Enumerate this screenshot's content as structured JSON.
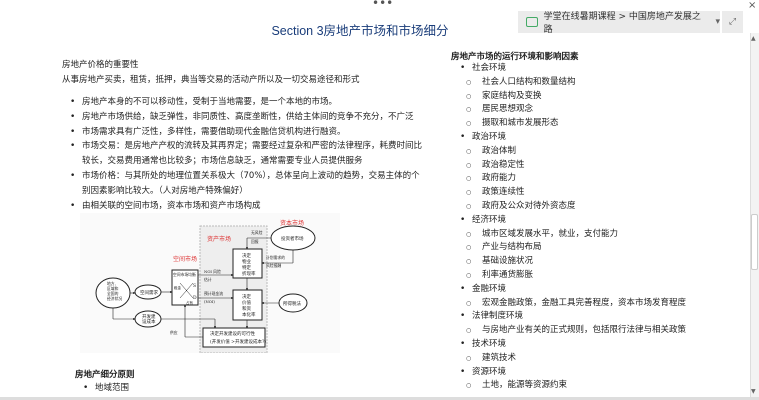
{
  "window": {
    "dots": "•••",
    "close": "×",
    "expand": "⤢"
  },
  "title": "Section 3房地产市场和市场细分",
  "breadcrumb": {
    "text": "学堂在线暑期课程 > 中国房地产发展之路",
    "dropdown": "▾"
  },
  "left": {
    "heading": "房地产价格的重要性",
    "intro": "从事房地产买卖，租赁，抵押，典当等交易的活动产所以及一切交易途径和形式",
    "bullets": [
      [
        "房地产本身的不可以移动性，受制于当地需要，是一个本地的市场。"
      ],
      [
        "房地产市场供给，缺乏弹性，非同质性、高度垄断性，供给主体间的竞争不充分，不广泛"
      ],
      [
        "市场需求具有广泛性，多样性，需要借助现代金融信贷机构进行融资。"
      ],
      [
        "市场交易：是房地产产权的流转及其再界定；需要经过复杂和严密的法律程序，耗费时间比",
        "较长，交易费用通常也比较多；市场信息缺乏，通常需要专业人员提供服务"
      ],
      [
        "市场价格：与其所处的地理位置关系极大（70%），总体呈向上波动的趋势，交易主体的个",
        "别因素影响比较大。（人对房地产特殊偏好）"
      ],
      [
        "由相关联的空间市场，资本市场和资产市场构成"
      ]
    ],
    "heading2": "房地产细分原则",
    "bullets2": [
      "地域范围"
    ]
  },
  "diagram": {
    "capital_market": "资本市场",
    "asset_market": "资产市场",
    "space_market": "空间市场",
    "investor_market": "投资者市场",
    "econ": [
      "地方、",
      "区域和",
      "全国的",
      "经济状况"
    ],
    "space_demand": "空间需求",
    "dev_cost": [
      "开发建",
      "设成本"
    ],
    "tax": "所得税法",
    "discount_box": [
      "决定",
      "物业",
      "特定",
      "折现率"
    ],
    "value_box": [
      "决定",
      "价值",
      "和资",
      "本化率"
    ],
    "equilibrium": "空间市场均衡",
    "rent": "租金",
    "occupancy": "占有",
    "s": "S",
    "d": "D",
    "riskfree": "无风险",
    "return": "回报",
    "required": [
      "计划需求的",
      "风险报酬"
    ],
    "noi": "NOI 风险",
    "estimate": "估计",
    "cashflow": "预计现金流",
    "noi2": "(NOI)",
    "supply": "供应",
    "feasibility": [
      "决定开发建设的可行性",
      "(开发价值 >开发建设成本?)"
    ]
  },
  "right": {
    "heading": "房地产市场的运行环境和影响因素",
    "groups": [
      {
        "label": "社会环境",
        "items": [
          "社会人口结构和数量结构",
          "家庭结构及变换",
          "居民思想观念",
          "摄取和城市发展形态"
        ]
      },
      {
        "label": "政治环境",
        "items": [
          "政治体制",
          "政治稳定性",
          "政府能力",
          "政策连续性",
          "政府及公众对待外资态度"
        ]
      },
      {
        "label": "经济环境",
        "items": [
          "城市区域发展水平，就业，支付能力",
          "产业与结构布局",
          "基础设施状况",
          "利率通货膨胀"
        ]
      },
      {
        "label": "金融环境",
        "items": [
          "宏观金融政策，金融工具完善程度，资本市场发育程度"
        ]
      },
      {
        "label": "法律制度环境",
        "items": [
          "与房地产业有关的正式规则，包括限行法律与相关政策"
        ]
      },
      {
        "label": "技术环境",
        "items": [
          "建筑技术"
        ]
      },
      {
        "label": "资源环境",
        "items": [
          "土地，能源等资源约束"
        ]
      }
    ]
  }
}
